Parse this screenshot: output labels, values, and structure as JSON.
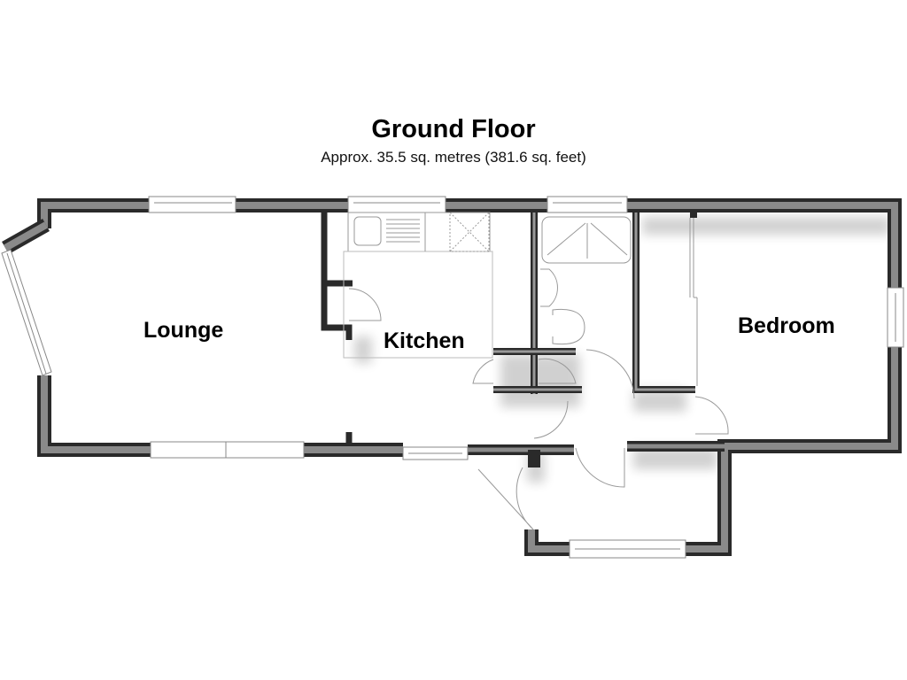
{
  "header": {
    "title": "Ground Floor",
    "subtitle": "Approx. 35.5 sq. metres (381.6 sq. feet)"
  },
  "rooms": [
    {
      "name": "Lounge"
    },
    {
      "name": "Kitchen"
    },
    {
      "name": "Bedroom"
    }
  ],
  "fixtures": [
    "kitchen-sink",
    "hob",
    "shower-tray",
    "bathroom-basin",
    "toilet",
    "wardrobe"
  ],
  "colors": {
    "wall": "#3a3a3a",
    "wall_inner": "#8a8a8a",
    "line": "#999999",
    "background": "#ffffff"
  }
}
